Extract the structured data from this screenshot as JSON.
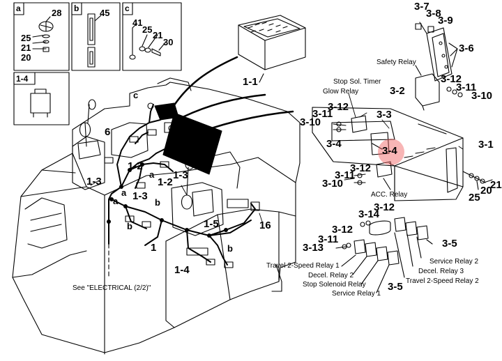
{
  "accent_color": "#f05a5a",
  "insets": {
    "a": {
      "letter": "a",
      "parts": [
        "28",
        "25",
        "21",
        "20"
      ]
    },
    "b": {
      "letter": "b",
      "parts": [
        "45"
      ]
    },
    "c": {
      "letter": "c",
      "parts": [
        "41",
        "25",
        "21",
        "30"
      ]
    },
    "d": {
      "letter": "1-4"
    }
  },
  "refs": {
    "r1_1": "1-1",
    "r3_7": "3-7",
    "r3_8": "3-8",
    "r3_9": "3-9",
    "r3_6": "3-6",
    "r3_2": "3-2",
    "r3_12a": "3-12",
    "r3_11a": "3-11",
    "r3_10a": "3-10",
    "r3_11b": "3-11",
    "r3_12b": "3-12",
    "r3_10b": "3-10",
    "r3_3": "3-3",
    "r3_4a": "3-4",
    "r3_4b": "3-4",
    "r3_1": "3-1",
    "r3_11c": "3-11",
    "r3_12c": "3-12",
    "r3_10c": "3-10",
    "r3_12d": "3-12",
    "r3_14": "3-14",
    "r3_11d": "3-11",
    "r3_12e": "3-12",
    "r3_13": "3-13",
    "r3_5a": "3-5",
    "r3_5b": "3-5",
    "r21": "21",
    "r20": "20",
    "r25": "25",
    "r16": "16",
    "c_c": "c",
    "c_6": "6",
    "c_1_2a": "1-2",
    "c_1_3a": "1-3",
    "c_1_2b": "1-2",
    "c_1_3b": "1-3",
    "c_1_3c": "1-3",
    "c_1_5": "1-5",
    "c_1": "1",
    "c_1_4": "1-4",
    "c_a1": "a",
    "c_a2": "a",
    "c_a3": "a",
    "c_b1": "b",
    "c_b2": "b",
    "c_b3": "b"
  },
  "labels": {
    "safety_relay": "Safety Relay",
    "stop_sol_timer": "Stop Sol. Timer",
    "glow_relay": "Glow Relay",
    "acc_relay": "ACC. Relay",
    "travel_2speed_relay_1": "Travel 2-Speed Relay 1",
    "decel_relay_2": "Decel. Relay 2",
    "stop_solenoid_relay": "Stop Solenoid Relay",
    "service_relay_1": "Service Relay 1",
    "service_relay_2": "Service Relay 2",
    "decel_relay_3": "Decel. Relay 3",
    "travel_2speed_relay_2": "Travel 2-Speed Relay 2",
    "see_electrical": "See \"ELECTRICAL (2/2)\""
  }
}
